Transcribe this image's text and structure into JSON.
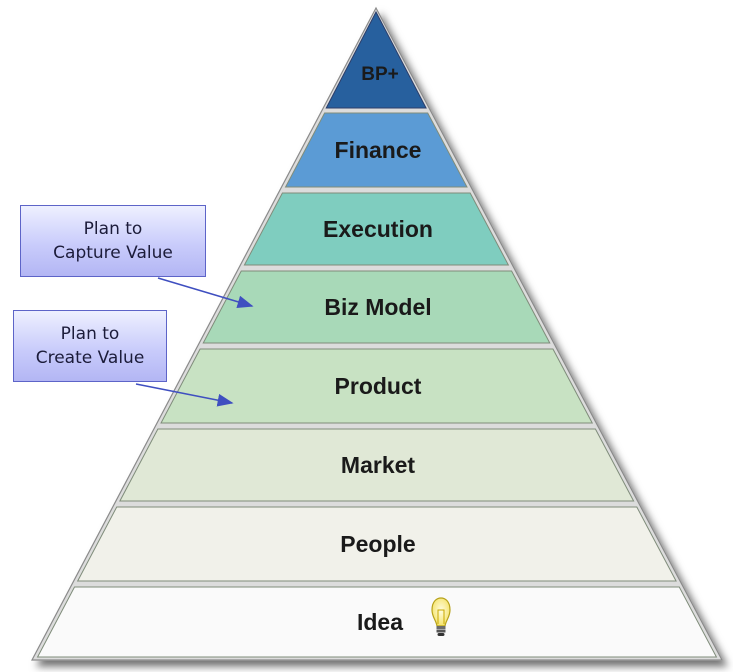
{
  "tiers": [
    {
      "label": "BP+",
      "color": "#27609e"
    },
    {
      "label": "Finance",
      "color": "#5b9bd5"
    },
    {
      "label": "Execution",
      "color": "#7fcdbf"
    },
    {
      "label": "Biz Model",
      "color": "#a8d9b8"
    },
    {
      "label": "Product",
      "color": "#c8e2c3"
    },
    {
      "label": "Market",
      "color": "#e0e8d6"
    },
    {
      "label": "People",
      "color": "#f1f1ea"
    },
    {
      "label": "Idea",
      "color": "#fafafa"
    }
  ],
  "callouts": {
    "capture": {
      "line1": "Plan to",
      "line2": "Capture Value"
    },
    "create": {
      "line1": "Plan to",
      "line2": "Create Value"
    }
  },
  "icons": {
    "idea": "light-bulb-icon"
  }
}
